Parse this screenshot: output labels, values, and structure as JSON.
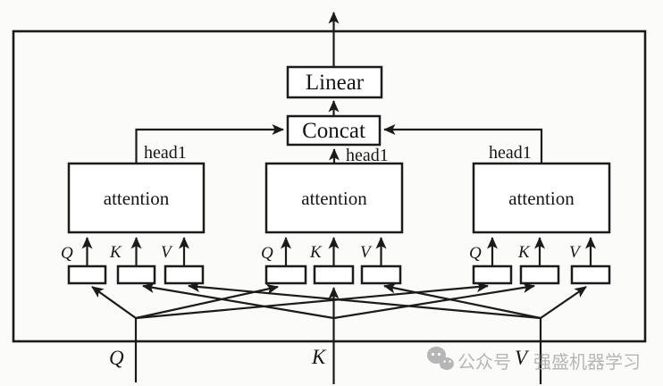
{
  "figure": {
    "output_block": "Linear",
    "concat_block": "Concat",
    "heads": [
      {
        "label": "head1",
        "block": "attention",
        "q": "Q",
        "k": "K",
        "v": "V"
      },
      {
        "label": "head1",
        "block": "attention",
        "q": "Q",
        "k": "K",
        "v": "V"
      },
      {
        "label": "head1",
        "block": "attention",
        "q": "Q",
        "k": "K",
        "v": "V"
      }
    ],
    "inputs": {
      "q": "Q",
      "k": "K",
      "v": "V"
    }
  },
  "watermark": {
    "icon": "wechat-icon",
    "text_prefix": "公众号",
    "text_suffix": "强盛机器学习",
    "color": "#b6b6b6"
  },
  "colors": {
    "line": "#1b1b1b",
    "background": "#fbfbf9",
    "box_fill": "#ffffff"
  }
}
